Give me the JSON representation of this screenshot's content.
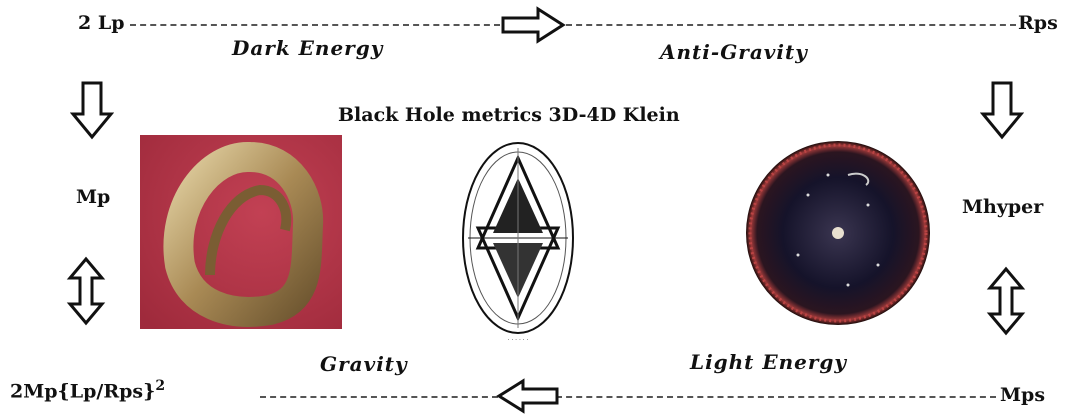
{
  "labels": {
    "top_left": "2 Lp",
    "top_right": "Rps",
    "left_middle": "Mp",
    "right_middle": "Mhyper",
    "bottom_left_base": "2Mp{Lp/Rps}",
    "bottom_left_exp": "2",
    "bottom_right": "Mps",
    "center_title": "Black Hole metrics  3D-4D Klein"
  },
  "captions": {
    "dark_energy": "Dark Energy",
    "anti_gravity": "Anti-Gravity",
    "gravity": "Gravity",
    "light_energy": "Light Energy"
  },
  "colors": {
    "mobius_bg": "#b23a48",
    "mobius_band": "#b59a6a",
    "universe_bg": "#ffffff",
    "universe_ring": "#9a3c3c",
    "universe_core": "#0b0b1a"
  },
  "icons": [
    "arrow-right-icon",
    "arrow-left-icon",
    "arrow-down-icon",
    "arrow-updown-icon",
    "mobius-strip-image",
    "hexagram-seal-image",
    "observable-universe-image"
  ]
}
